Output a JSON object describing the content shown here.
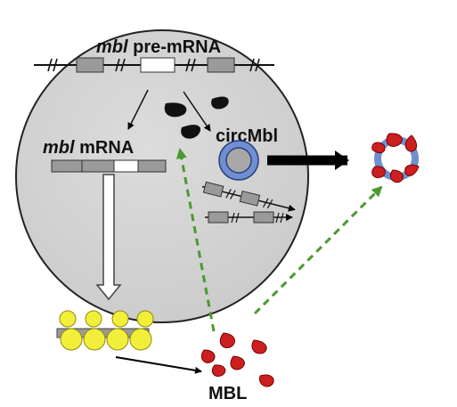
{
  "labels": {
    "pre_mrna_italic": "mbl",
    "pre_mrna_rest": " pre-mRNA",
    "mrna_italic": "mbl",
    "mrna_rest": " mRNA",
    "circ": "circMbl",
    "mbl_protein": "MBL"
  },
  "colors": {
    "nucleus_fill": "#d6d6d6",
    "nucleus_stroke": "#222222",
    "exon_gray": "#9a9a9a",
    "exon_white": "#ffffff",
    "protein_red": "#cc1f1f",
    "circ_blue": "#6f8fd0",
    "circ_inner": "#a8a8a8",
    "ribosome_yellow": "#f2ef3a",
    "dashed_green": "#4a9a2e",
    "arrow_black": "#000000"
  },
  "icons": {
    "protein": "mbl-protein-icon",
    "circ_rna": "circular-rna-icon",
    "ribosome": "ribosome-icon"
  }
}
